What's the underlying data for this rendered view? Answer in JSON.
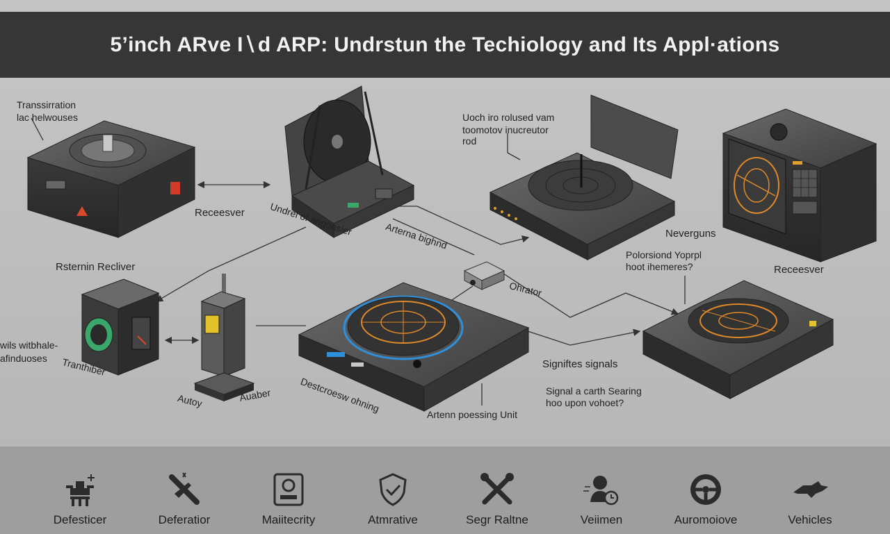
{
  "title": "5’inch ARve I∖d ARP: Undrstun the Techiology and Its Appl·ations",
  "labels": {
    "tl_1": "Transsirration",
    "tl_2": "lac helwouses",
    "receiver_1": "Receesver",
    "undrel": "Undrel of angonsier",
    "uoch_1": "Uoch iro rolused vam",
    "uoch_2": "toomotov inucreutor",
    "uoch_3": "rod",
    "artenna_bight": "Arterna bighnd",
    "neverguns": "Neverguns",
    "polorsiond_1": "Polorsiond Yoprpl",
    "polorsiond_2": "hoot ihemeres?",
    "receesver_right": "Receesver",
    "rsternin": "Rsternin Recliver",
    "wils_1": "wils witbhale-",
    "wils_2": "afinduoses",
    "tranthiber": "Tranthiber",
    "ohrator": "Ohrator",
    "autoy": "Autoy",
    "auaber": "Auaber",
    "destcroesw": "Destcroesw ohning",
    "artenn_poessing": "Artenn poessing Unit",
    "signifes": "Signiftes signals",
    "signal_1": "Signal a carth Searing",
    "signal_2": "hoo upon vohoet?"
  },
  "applications": [
    {
      "label": "Defesticer",
      "icon": "drone-icon"
    },
    {
      "label": "Deferatior",
      "icon": "aircraft-icon"
    },
    {
      "label": "Maiitecrity",
      "icon": "device-panel-icon"
    },
    {
      "label": "Atmrative",
      "icon": "shield-check-icon"
    },
    {
      "label": "Segr Raltne",
      "icon": "crossed-tools-icon"
    },
    {
      "label": "Veiimen",
      "icon": "person-clock-icon"
    },
    {
      "label": "Auromoiove",
      "icon": "steering-wheel-icon"
    },
    {
      "label": "Vehicles",
      "icon": "vehicle-icon"
    }
  ],
  "colors": {
    "title_bg": "#363636",
    "device_body": "#4a4a4a",
    "radar_orange": "#e0892a",
    "accent_blue": "#2f8fd8",
    "bottom_bg": "#9e9e9e"
  }
}
